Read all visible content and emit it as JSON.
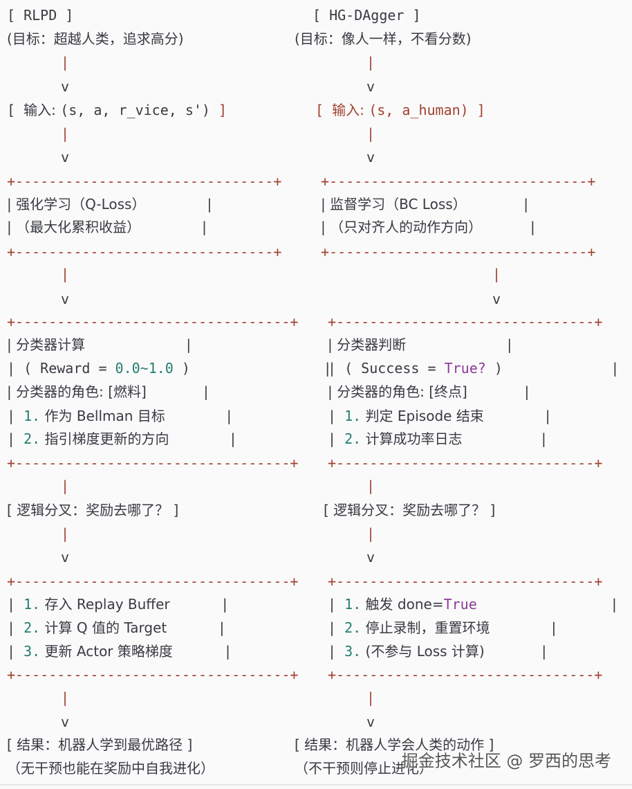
{
  "left": {
    "title": "[ RLPD ]",
    "goal": "(目标：超越人类，追求高分)",
    "arrow_bar": "|",
    "arrow_head": "v",
    "input": {
      "open": "[ ",
      "label": "输入: ",
      "tuple": "(s, a, r_vice, s')",
      "close": " ]"
    },
    "box_border_1": "+-------------------------------+",
    "learn_line1": "| 强化学习（Q-Loss）              |",
    "learn_line2": "| （最大化累积收益）              |",
    "box_border_2": "+---------------------------------+",
    "clf_title": "| 分类器计算                       |",
    "clf_reward": {
      "pre": "| ( Reward = ",
      "val": "0.0~1.0",
      "post": " )                |"
    },
    "clf_role": "| 分类器的角色: [燃料]             |",
    "clf_item1": {
      "bar": "| ",
      "num": "1.",
      "text": " 作为 Bellman 目标              |"
    },
    "clf_item2": {
      "bar": "| ",
      "num": "2.",
      "text": " 指引梯度更新的方向              |"
    },
    "branch": "[ 逻辑分叉：奖励去哪了？ ]",
    "act_item1": {
      "bar": "| ",
      "num": "1.",
      "text": " 存入 Replay Buffer            |"
    },
    "act_item2": {
      "bar": "| ",
      "num": "2.",
      "text": " 计算 Q 值的 Target            |"
    },
    "act_item3": {
      "bar": "| ",
      "num": "3.",
      "text": " 更新 Actor 策略梯度            |"
    },
    "result": "[ 结果：机器人学到最优路径 ]",
    "result_note": "（无干预也能在奖励中自我进化）"
  },
  "right": {
    "title": "[ HG-DAgger ]",
    "goal": "(目标：像人一样，不看分数)",
    "arrow_bar": "|",
    "arrow_head": "v",
    "input": {
      "open": "[ ",
      "label": "输入: ",
      "tuple": "(s, a_human)",
      "close": " ]"
    },
    "box_border_1": "+-------------------------------+",
    "learn_line1": "| 监督学习（BC Loss）             |",
    "learn_line2": "| （只对齐人的动作方向）           |",
    "box_border_2": "+-------------------------------+",
    "clf_title": "| 分类器判断                       |",
    "clf_success": {
      "pre": "| ( Success = ",
      "val": "True?",
      "post": " )             |"
    },
    "clf_role": "| 分类器的角色: [终点]             |",
    "clf_item1": {
      "bar": "| ",
      "num": "1.",
      "text": " 判定 Episode 结束              |"
    },
    "clf_item2": {
      "bar": "| ",
      "num": "2.",
      "text": " 计算成功率日志                  |"
    },
    "branch": "[ 逻辑分叉：奖励去哪了？ ]",
    "act_item1": {
      "bar": "| ",
      "num": "1.",
      "text": " 触发 done=",
      "kw": "True",
      "post": "                |"
    },
    "act_item2": {
      "bar": "| ",
      "num": "2.",
      "text": " 停止录制，重置环境              |"
    },
    "act_item3": {
      "bar": "| ",
      "num": "3.",
      "text": " (不参与 Loss 计算)             |"
    },
    "result": "[ 结果：机器人学会人类的动作 ]",
    "result_note": "（不干预则停止进化）"
  },
  "watermark": "掘金技术社区 @ 罗西的思考"
}
